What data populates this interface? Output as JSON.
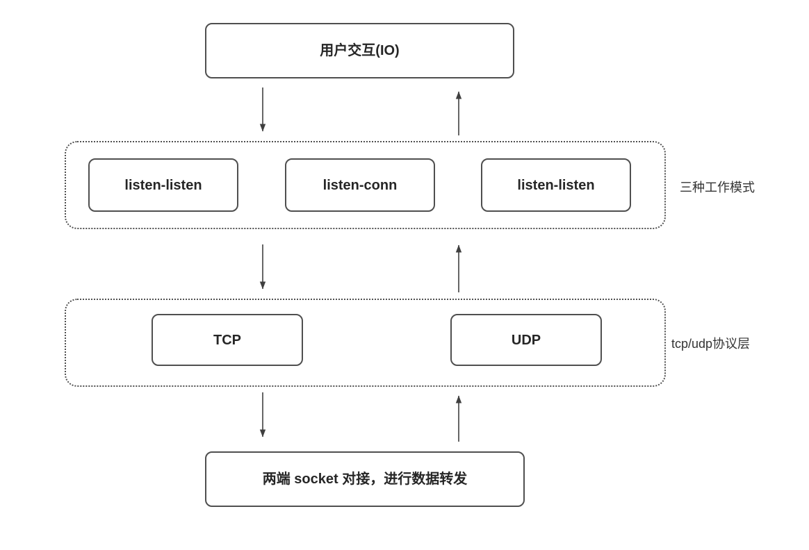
{
  "diagram": {
    "top_box": {
      "label": "用户交互(IO)"
    },
    "modes_layer": {
      "label": "三种工作模式",
      "items": [
        {
          "label": "listen-listen"
        },
        {
          "label": "listen-conn"
        },
        {
          "label": "listen-listen"
        }
      ]
    },
    "protocol_layer": {
      "label": "tcp/udp协议层",
      "items": [
        {
          "label": "TCP"
        },
        {
          "label": "UDP"
        }
      ]
    },
    "bottom_box": {
      "label": "两端 socket 对接，进行数据转发"
    }
  },
  "colors": {
    "border": "#4f4f4f",
    "arrow": "#3f3f3f",
    "text": "#262626",
    "background": "#ffffff"
  }
}
